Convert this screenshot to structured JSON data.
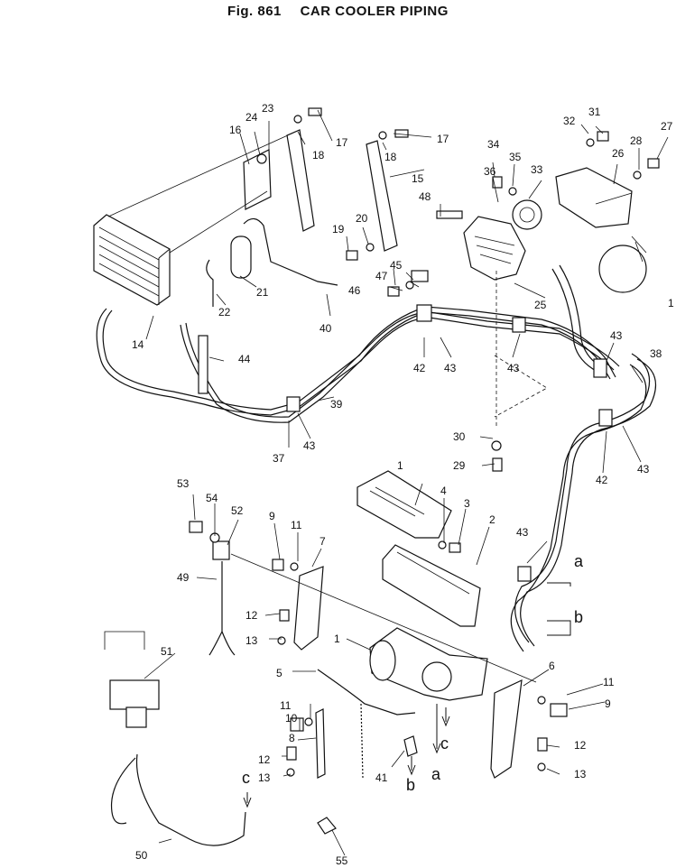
{
  "figure": {
    "number": "Fig. 861",
    "title": "CAR COOLER PIPING"
  },
  "callouts": [
    "1",
    "1",
    "1",
    "2",
    "3",
    "4",
    "5",
    "6",
    "7",
    "8",
    "9",
    "9",
    "10",
    "11",
    "11",
    "11",
    "12",
    "12",
    "12",
    "13",
    "13",
    "13",
    "14",
    "15",
    "16",
    "17",
    "17",
    "18",
    "18",
    "19",
    "20",
    "21",
    "22",
    "23",
    "24",
    "25",
    "26",
    "27",
    "28",
    "29",
    "30",
    "31",
    "32",
    "33",
    "34",
    "35",
    "36",
    "37",
    "38",
    "39",
    "40",
    "41",
    "42",
    "42",
    "43",
    "43",
    "43",
    "43",
    "43",
    "43",
    "44",
    "45",
    "46",
    "47",
    "48",
    "49",
    "50",
    "51",
    "52",
    "53",
    "54",
    "55"
  ],
  "connection_marks": [
    "a",
    "a",
    "b",
    "b",
    "c",
    "c"
  ]
}
